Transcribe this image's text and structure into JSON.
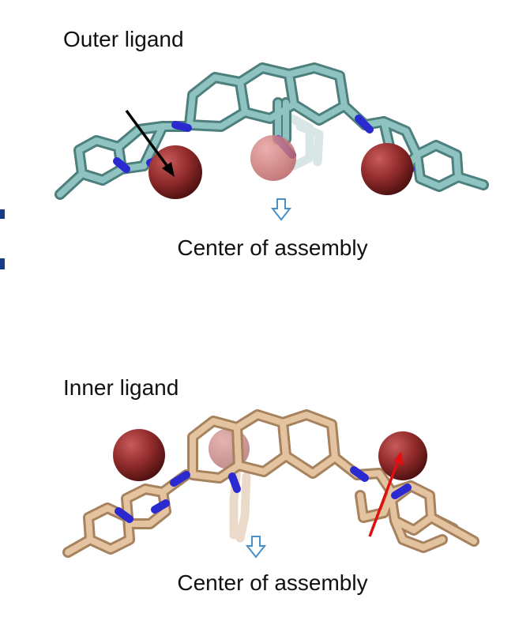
{
  "panels": {
    "outer": {
      "title": "Outer ligand",
      "center_label": "Center of assembly"
    },
    "inner": {
      "title": "Inner ligand",
      "center_label": "Center of assembly"
    }
  },
  "colors": {
    "outer_ligand": "#7fb7b5",
    "inner_ligand": "#d8b28c",
    "nitrogen": "#2a2ad0",
    "metal_sphere": "#8f2a2a",
    "outer_arrow": "#000000",
    "inner_arrow": "#e01010",
    "center_arrow": "#4a90c8"
  },
  "icons": [
    "down-hollow-arrow-icon",
    "metal-sphere-icon",
    "vector-arrow-icon"
  ]
}
